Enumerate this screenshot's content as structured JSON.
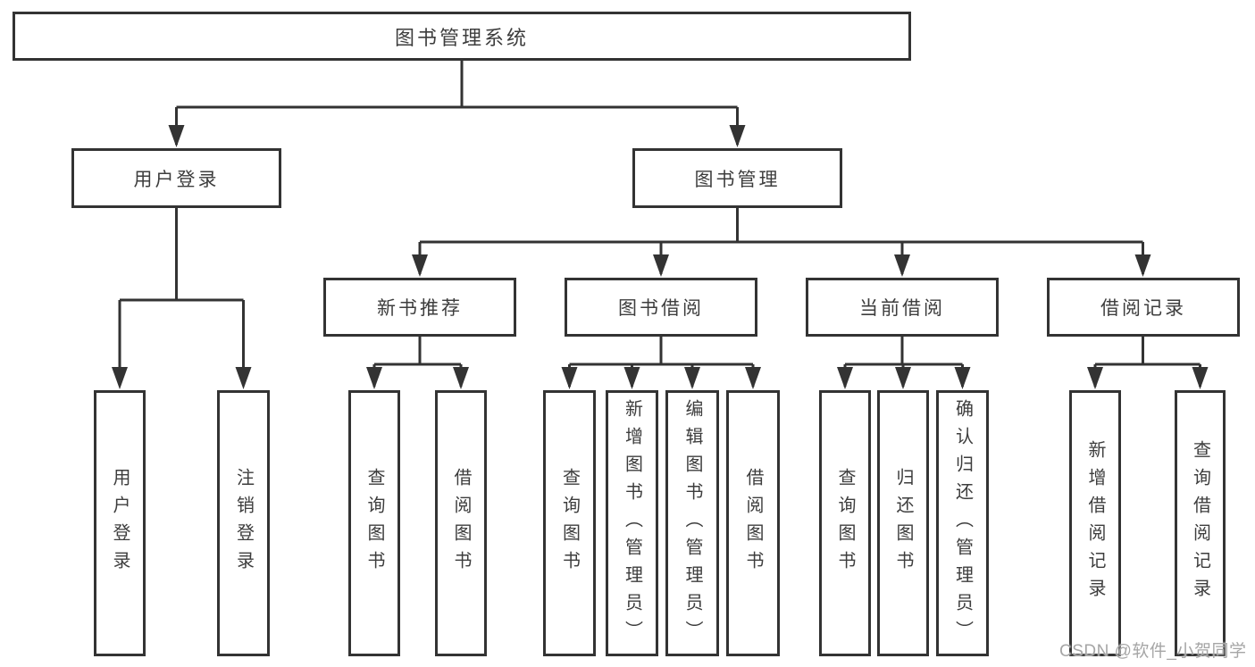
{
  "diagram": {
    "root": {
      "label": "图书管理系统"
    },
    "level2": [
      {
        "label": "用户登录"
      },
      {
        "label": "图书管理"
      }
    ],
    "level3": [
      {
        "label": "新书推荐"
      },
      {
        "label": "图书借阅"
      },
      {
        "label": "当前借阅"
      },
      {
        "label": "借阅记录"
      }
    ],
    "leaves": {
      "user_login": [
        {
          "label": "用户登录"
        },
        {
          "label": "注销登录"
        }
      ],
      "new_book_rec": [
        {
          "label": "查询图书"
        },
        {
          "label": "借阅图书"
        }
      ],
      "book_borrow": [
        {
          "label": "查询图书"
        },
        {
          "label": "新增图书（管理员）"
        },
        {
          "label": "编辑图书（管理员）"
        },
        {
          "label": "借阅图书"
        }
      ],
      "current_borrow": [
        {
          "label": "查询图书"
        },
        {
          "label": "归还图书"
        },
        {
          "label": "确认归还（管理员）"
        }
      ],
      "borrow_records": [
        {
          "label": "新增借阅记录"
        },
        {
          "label": "查询借阅记录"
        }
      ]
    }
  },
  "watermark": {
    "text": "CSDN @软件_小贺同学"
  },
  "colors": {
    "line": "#333333",
    "text": "#3d3d3d",
    "background": "#ffffff",
    "watermark": "#a6a6a6"
  }
}
